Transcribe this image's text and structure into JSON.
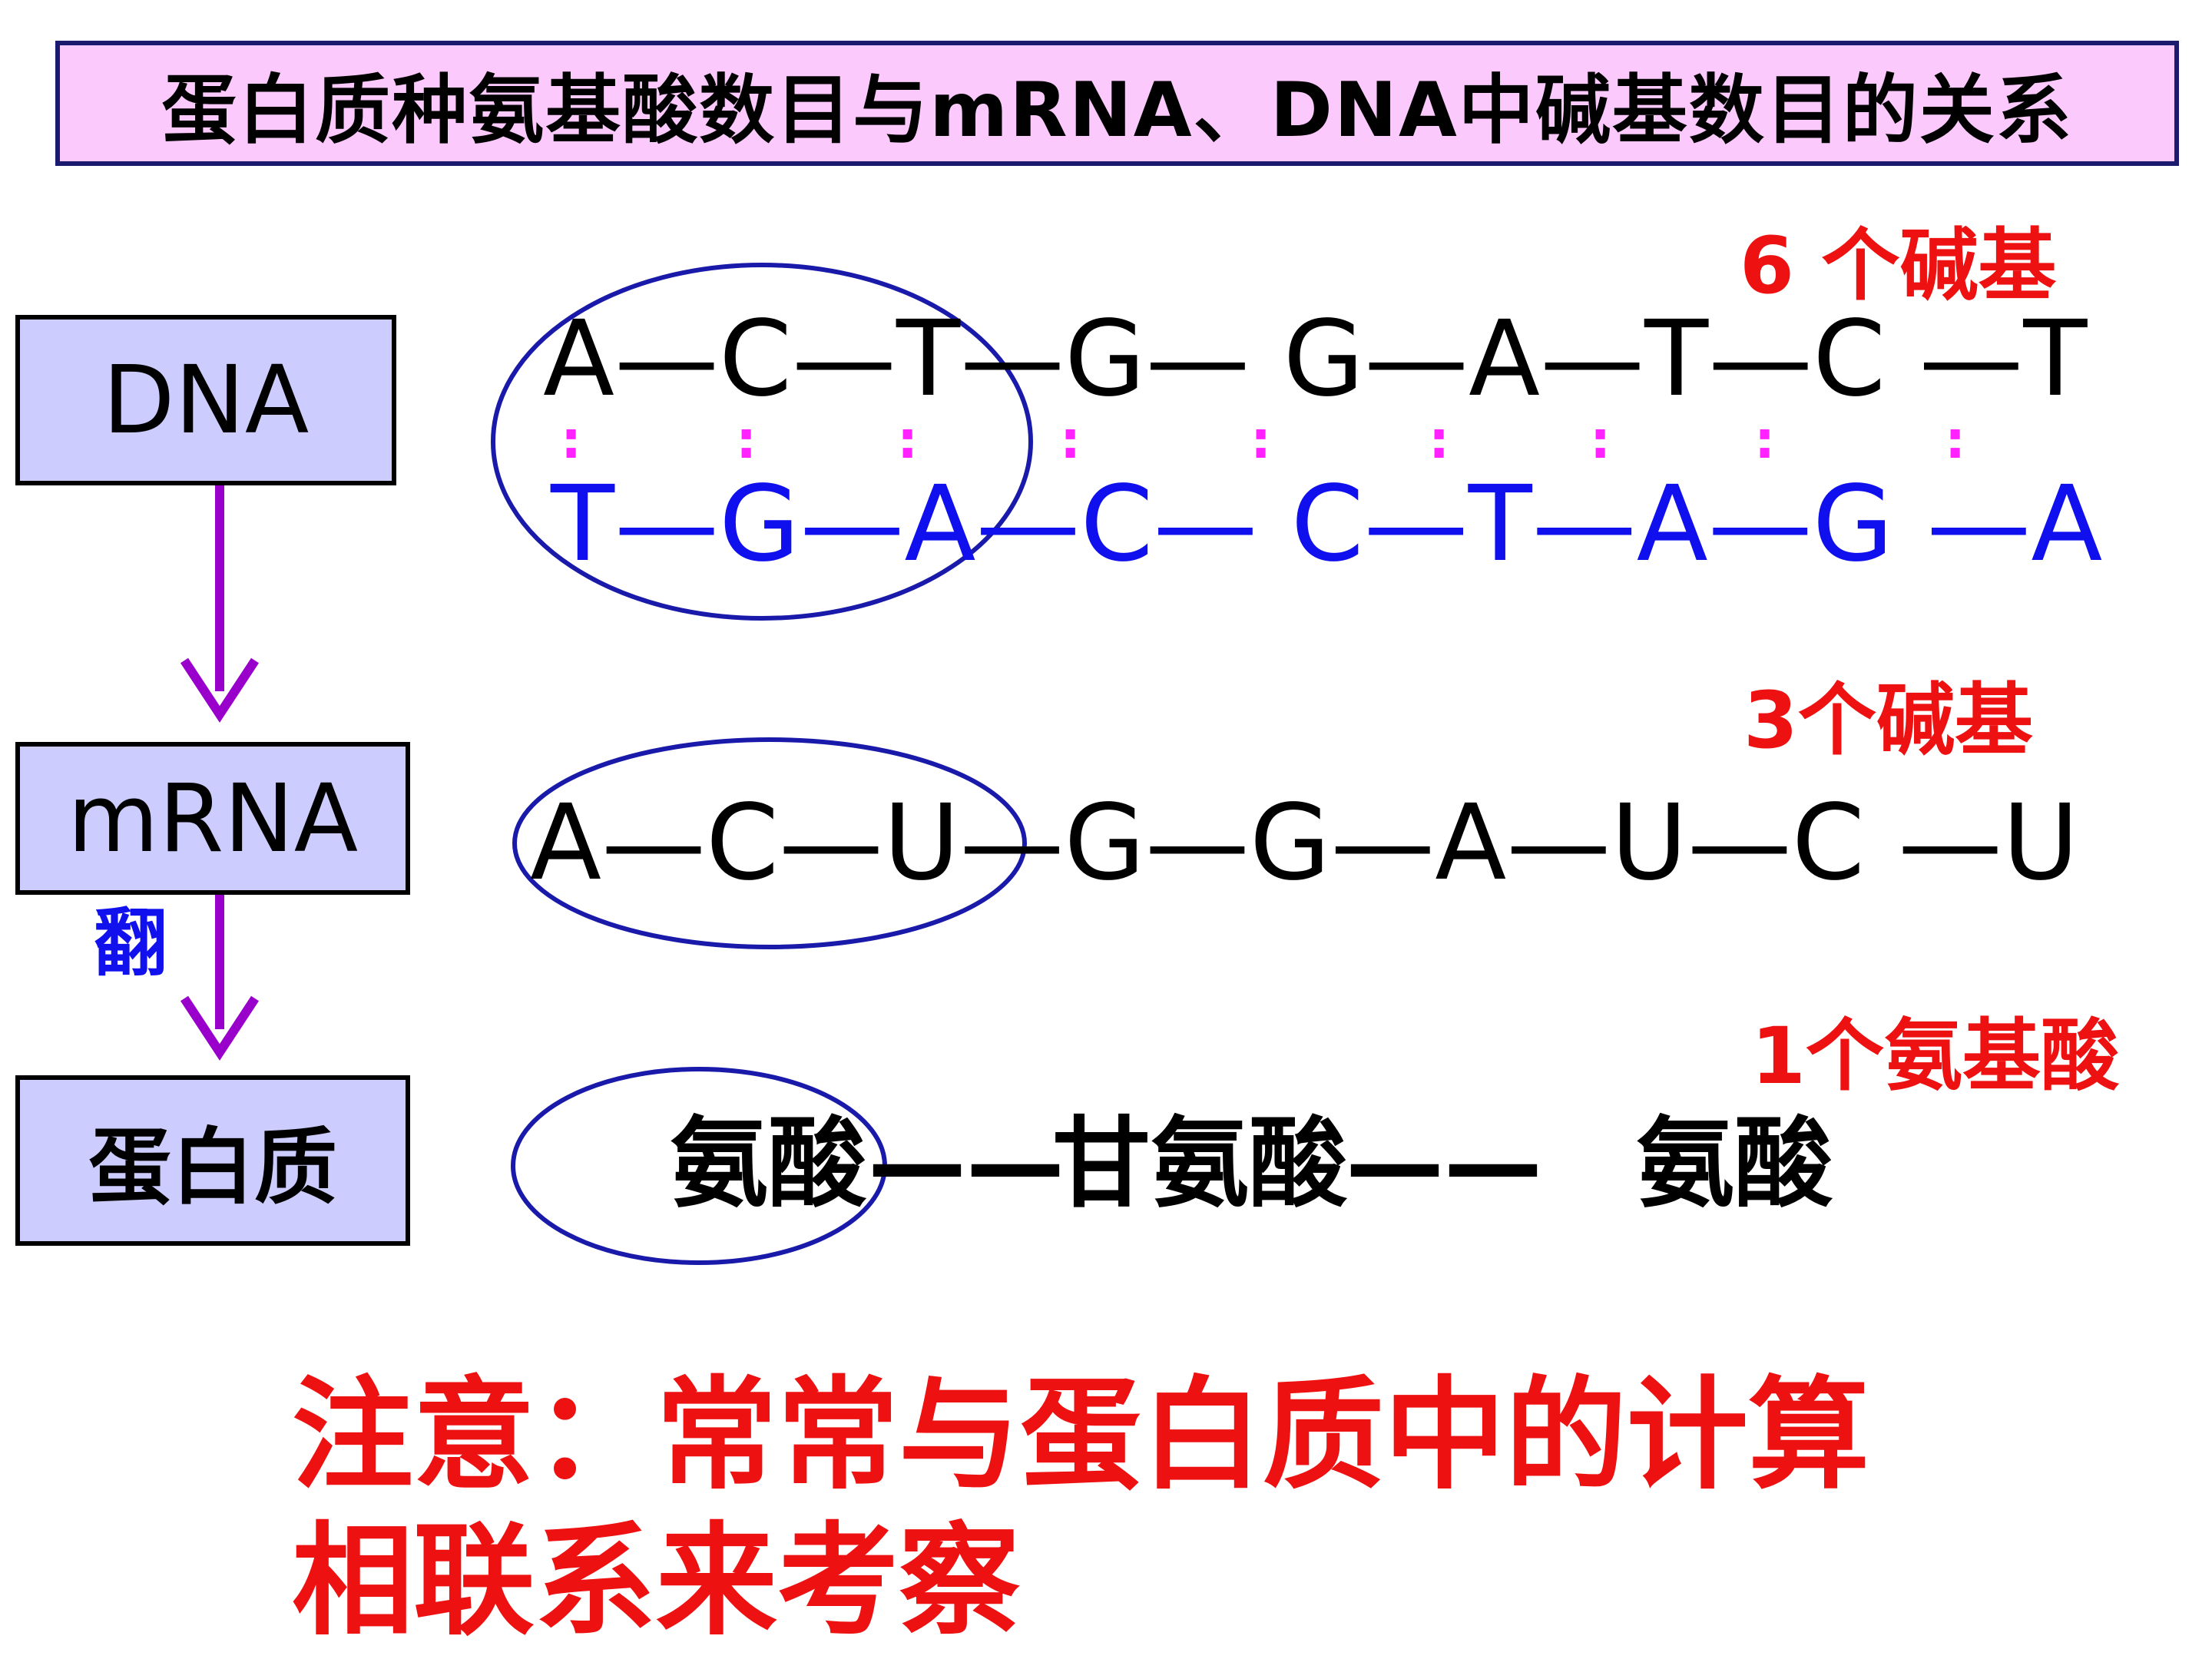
{
  "title": "蛋白质种氨基酸数目与mRNA、DNA中碱基数目的关系",
  "labels": {
    "dna": "DNA",
    "mrna": "mRNA",
    "protein": "蛋白质"
  },
  "dna_strand_top": "A—C—T—G— G—A—T—C —T",
  "dna_strand_bottom": "T—G—A—C— C—T—A—G —A",
  "pair_mark": ":",
  "mrna_strand": "A—C—U—G—G—A—U—C —U",
  "base_counts": {
    "dna": "6  个碱基",
    "mrna": "3个碱基",
    "protein": "1个氨基酸"
  },
  "protein_chain": {
    "part1": "氨酸",
    "sep1": "——",
    "part2": "甘氨酸",
    "sep2": "——",
    "part3": "氨酸"
  },
  "translate_label": "翻",
  "note": {
    "line1": "注意：常常与蛋白质中的计算",
    "line2": "相联系来考察"
  },
  "colors": {
    "title_bg": "#fcc9fc",
    "label_bg": "#ccccff",
    "arrow": "#9900cc",
    "ellipse": "#1a1aaa",
    "red": "#ee1111",
    "blue": "#1010ee",
    "pair_dot": "#ff22ff"
  }
}
